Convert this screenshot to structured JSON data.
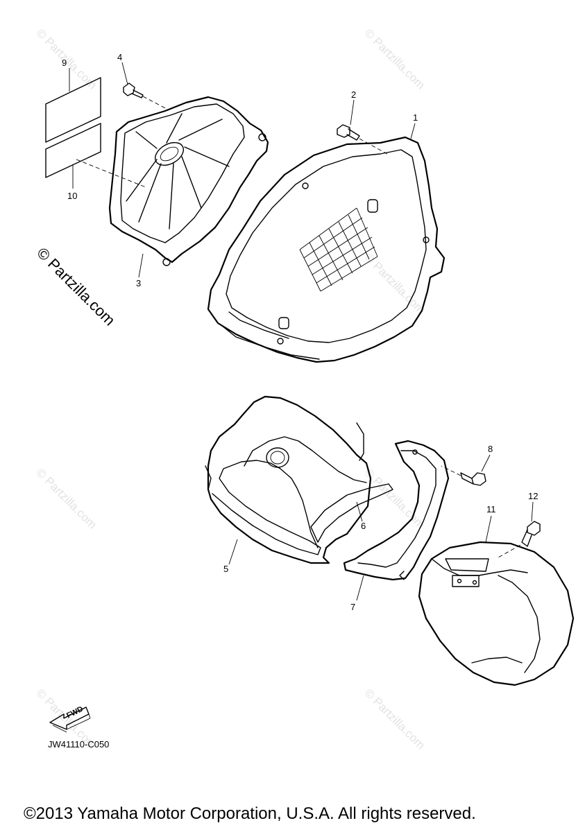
{
  "watermark_text": "© Partzilla.com",
  "callouts": [
    {
      "id": "1",
      "label": "1"
    },
    {
      "id": "2",
      "label": "2"
    },
    {
      "id": "3",
      "label": "3"
    },
    {
      "id": "4",
      "label": "4"
    },
    {
      "id": "5",
      "label": "5"
    },
    {
      "id": "6",
      "label": "6"
    },
    {
      "id": "7",
      "label": "7"
    },
    {
      "id": "8",
      "label": "8"
    },
    {
      "id": "9",
      "label": "9"
    },
    {
      "id": "10",
      "label": "10"
    },
    {
      "id": "11",
      "label": "11"
    },
    {
      "id": "12",
      "label": "12"
    }
  ],
  "fwd_label": "FWD",
  "diagram_code": "JW41110-C050",
  "copyright": "©2013 Yamaha Motor Corporation, U.S.A. All rights reserved."
}
